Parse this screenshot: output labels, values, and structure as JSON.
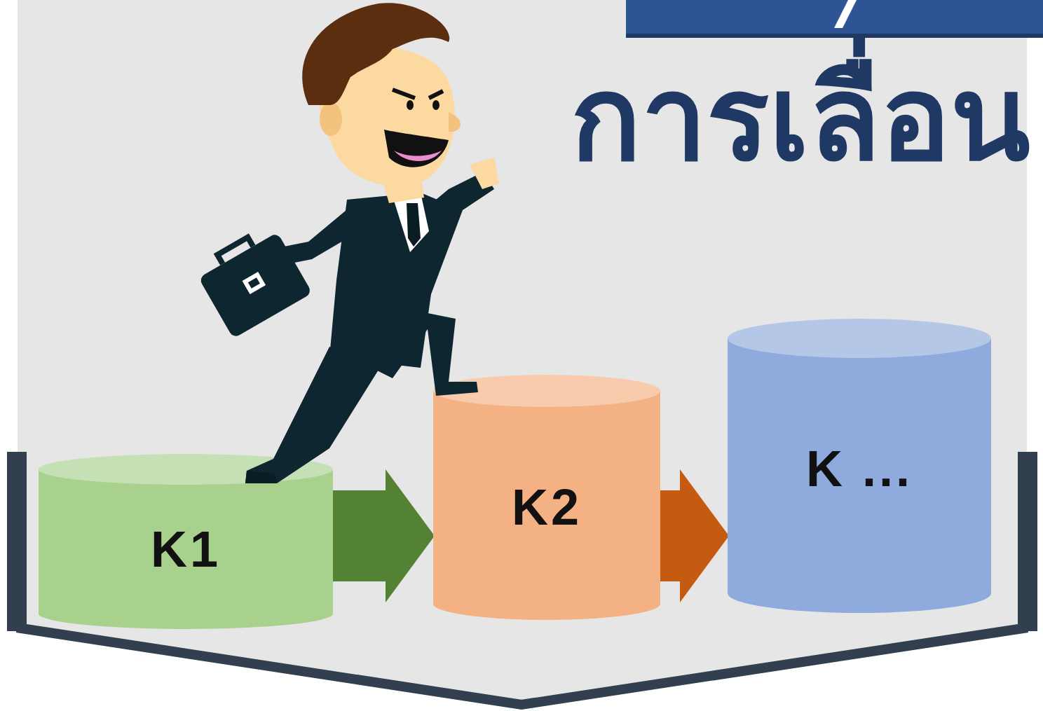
{
  "diagram": {
    "title": "การเลื่อน",
    "nodes": [
      {
        "text": [
          "K1"
        ]
      },
      {
        "text": [
          "K2"
        ]
      },
      {
        "text": [
          "K ..."
        ]
      }
    ],
    "edges": [
      {
        "from": 0,
        "to": 1,
        "arrow": "to"
      },
      {
        "from": 1,
        "to": 2,
        "arrow": "to"
      }
    ]
  }
}
